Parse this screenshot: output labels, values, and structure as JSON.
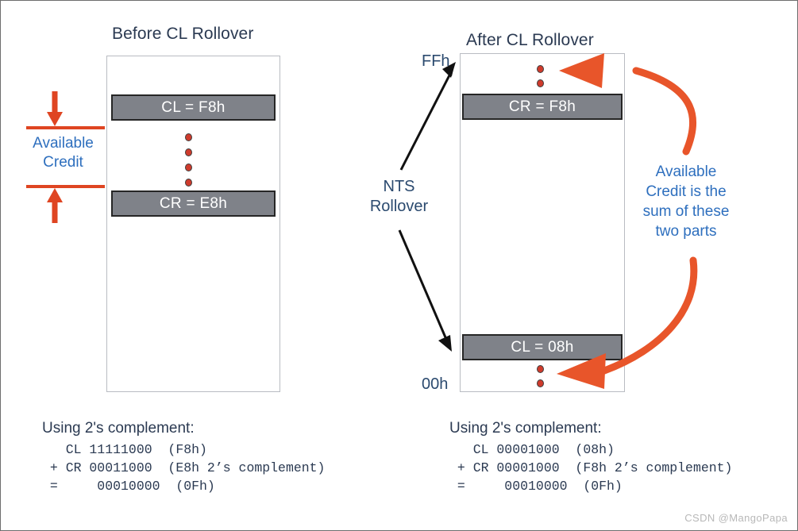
{
  "colors": {
    "accent_orange": "#df4522",
    "blue_label": "#2e6fbe",
    "navy_label": "#2b4a6f",
    "bar_gray": "#7f8289",
    "dot_red": "#cf3b2c",
    "title": "#2b3a52"
  },
  "left_diagram": {
    "title": "Before CL Rollover",
    "bars": [
      {
        "label": "CL = F8h"
      },
      {
        "label": "CR = E8h"
      }
    ],
    "bracket_label": "Available\nCredit",
    "bracket_label_line1": "Available",
    "bracket_label_line2": "Credit",
    "dot_count": 4
  },
  "right_diagram": {
    "title": "After CL Rollover",
    "axis_top_label": "FFh",
    "axis_bottom_label": "00h",
    "rollover_label_line1": "NTS",
    "rollover_label_line2": "Rollover",
    "bars": [
      {
        "label": "CR = F8h"
      },
      {
        "label": "CL = 08h"
      }
    ],
    "note_line1": "Available",
    "note_line2": "Credit is the",
    "note_line3": "sum of these",
    "note_line4": "two parts",
    "dot_count_top": 2,
    "dot_count_bottom": 2
  },
  "calc_left": {
    "heading": "Using 2's complement:",
    "line1": "   CL 11111000  (F8h)",
    "line2": " + CR 00011000  (E8h 2’s complement)",
    "line3": " =     00010000  (0Fh)"
  },
  "calc_right": {
    "heading": "Using 2's complement:",
    "line1": "   CL 00001000  (08h)",
    "line2": " + CR 00001000  (F8h 2’s complement)",
    "line3": " =     00010000  (0Fh)"
  },
  "watermark": "CSDN @MangoPapa"
}
